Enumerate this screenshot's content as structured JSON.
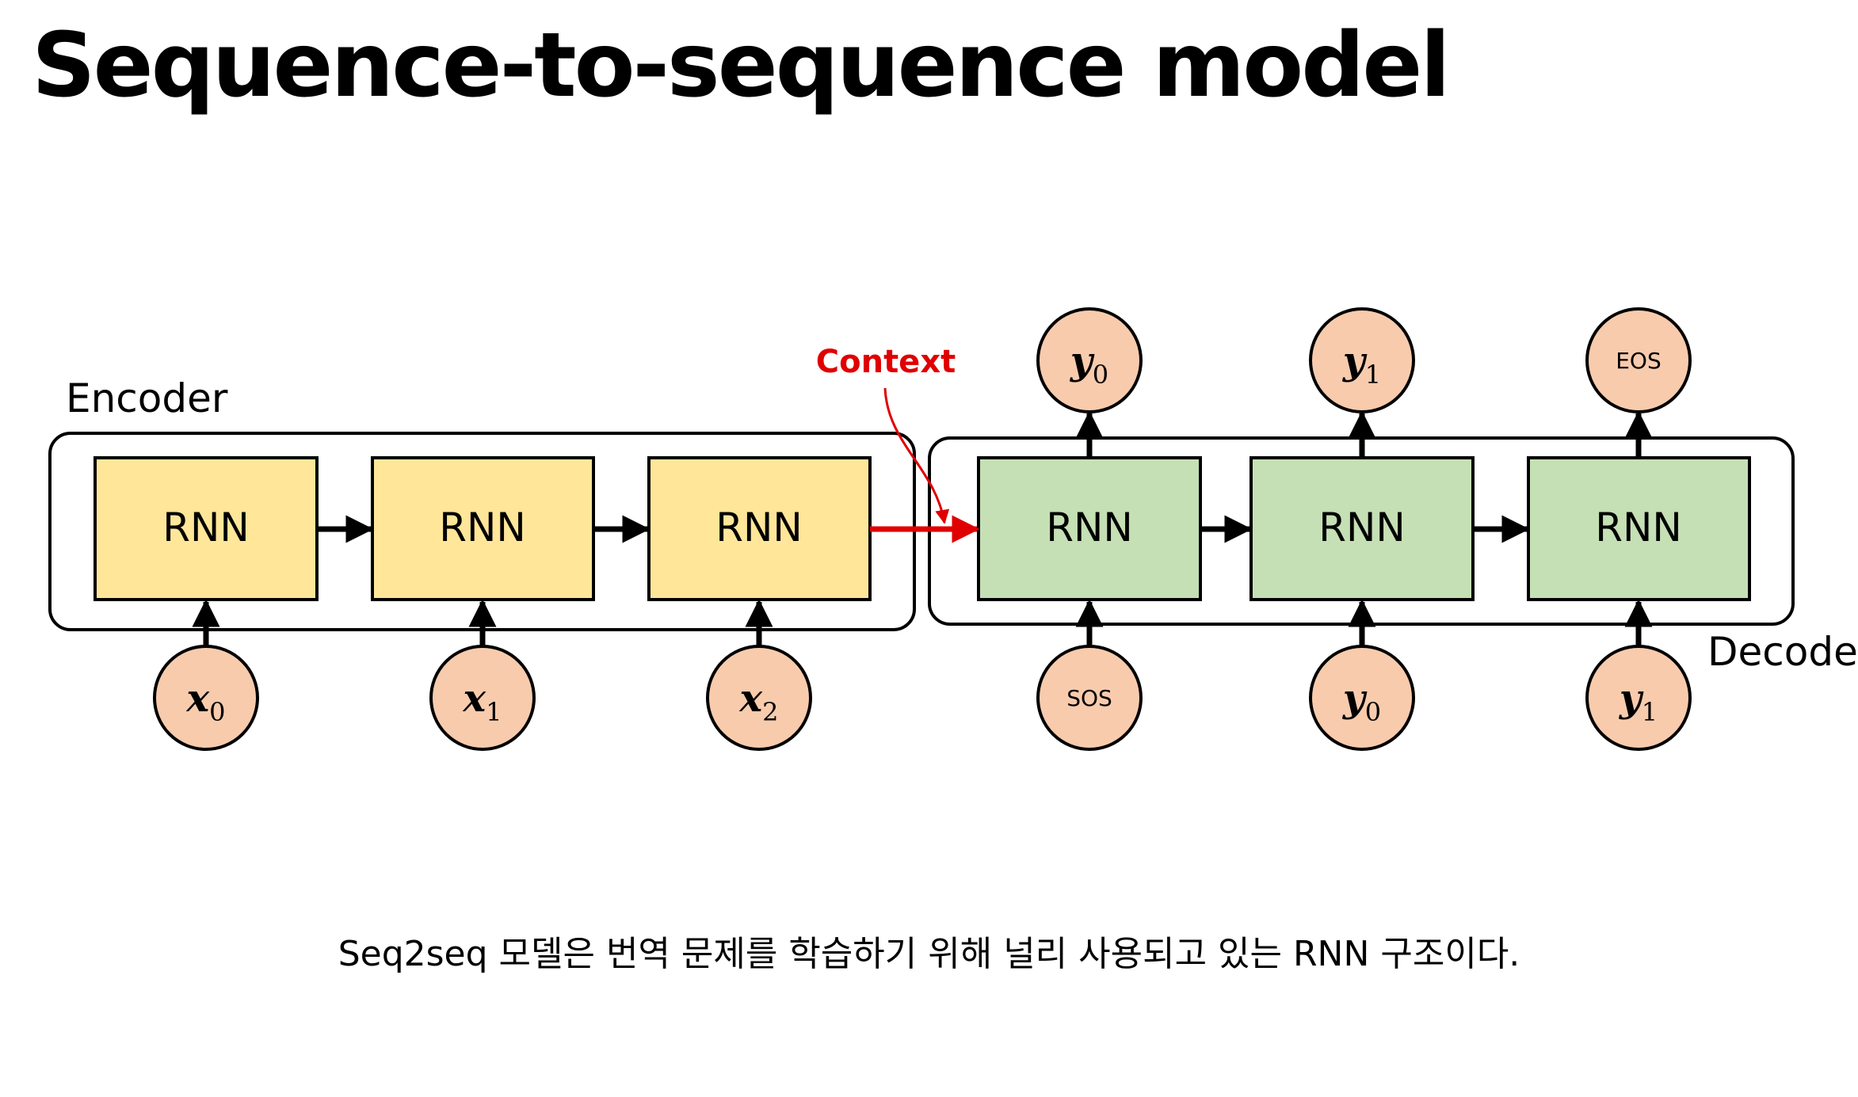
{
  "title": "Sequence-to-sequence model",
  "caption": "Seq2seq 모델은 번역 문제를 학습하기 위해 널리 사용되고 있는 RNN 구조이다.",
  "colors": {
    "encoder_cell": "#FFE699",
    "decoder_cell": "#C5E0B4",
    "token": "#F8CBAD",
    "context": "#E00000",
    "stroke": "#000000"
  },
  "encoder": {
    "label": "Encoder",
    "cells": [
      {
        "label": "RNN",
        "input": {
          "var": "x",
          "sub": "0"
        }
      },
      {
        "label": "RNN",
        "input": {
          "var": "x",
          "sub": "1"
        }
      },
      {
        "label": "RNN",
        "input": {
          "var": "x",
          "sub": "2"
        }
      }
    ]
  },
  "decoder": {
    "label": "Decoder",
    "cells": [
      {
        "label": "RNN",
        "input": {
          "text": "SOS"
        },
        "output": {
          "var": "y",
          "sub": "0"
        }
      },
      {
        "label": "RNN",
        "input": {
          "var": "y",
          "sub": "0"
        },
        "output": {
          "var": "y",
          "sub": "1"
        }
      },
      {
        "label": "RNN",
        "input": {
          "var": "y",
          "sub": "1"
        },
        "output": {
          "text": "EOS"
        }
      }
    ]
  },
  "context_label": "Context"
}
